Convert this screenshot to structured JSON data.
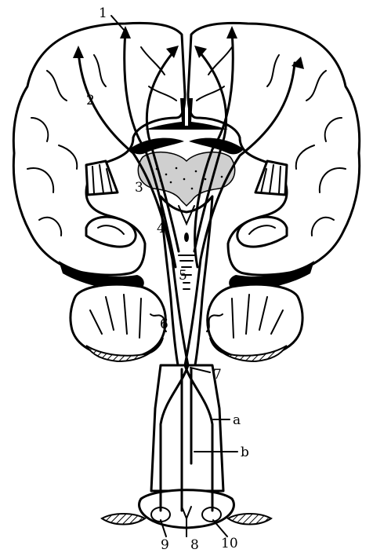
{
  "labels": {
    "l1": "1",
    "l2": "2",
    "l3": "3",
    "l4": "4",
    "l5": "5",
    "l6": "6",
    "l7": "7",
    "la": "a",
    "lb": "b",
    "l8": "8",
    "l9": "9",
    "l10": "10"
  }
}
